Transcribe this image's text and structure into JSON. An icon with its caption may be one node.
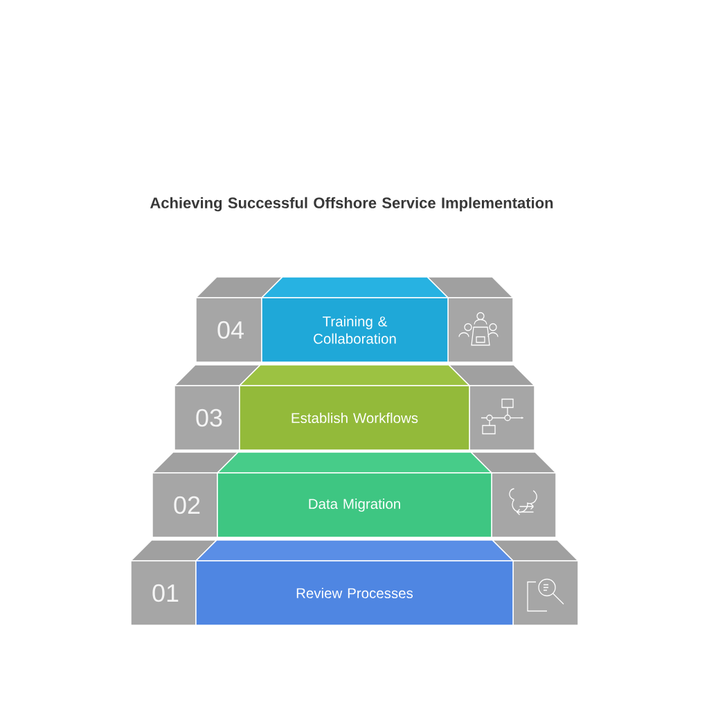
{
  "diagram": {
    "title": "Achieving Successful Offshore Service Implementation",
    "nodes": [
      {
        "text": [
          "04"
        ]
      },
      {
        "text": [
          "Training & Collaboration"
        ]
      },
      {
        "text": [
          "03"
        ]
      },
      {
        "text": [
          "Establish Workflows"
        ]
      },
      {
        "text": [
          "02"
        ]
      },
      {
        "text": [
          "Data Migration"
        ]
      },
      {
        "text": [
          "01"
        ]
      },
      {
        "text": [
          "Review Processes"
        ]
      }
    ]
  }
}
